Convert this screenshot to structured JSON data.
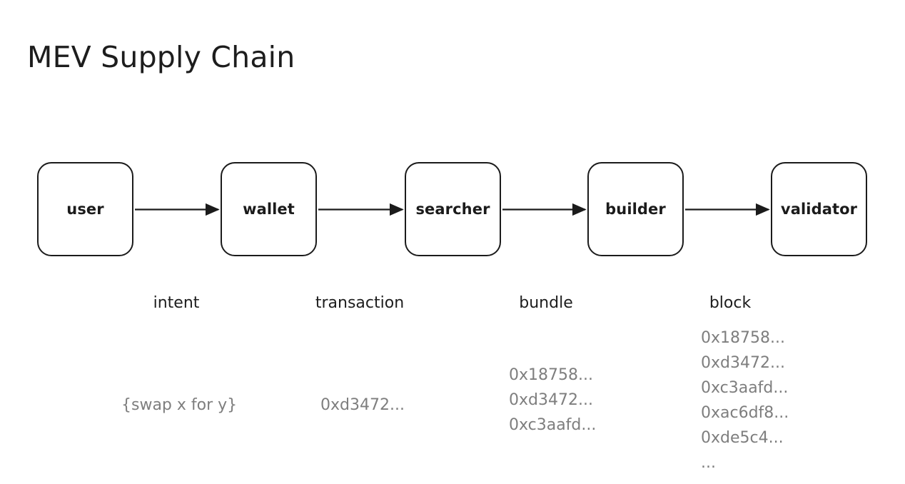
{
  "page": {
    "title": "MEV Supply Chain",
    "background_color": "#ffffff",
    "node_border_color": "#1b1b1b",
    "label_color": "#1d1d1d",
    "payload_color": "#7e7e7e"
  },
  "diagram": {
    "type": "flow-chain",
    "nodes": [
      {
        "id": "user",
        "label": "user"
      },
      {
        "id": "wallet",
        "label": "wallet"
      },
      {
        "id": "searcher",
        "label": "searcher"
      },
      {
        "id": "builder",
        "label": "builder"
      },
      {
        "id": "validator",
        "label": "validator"
      }
    ],
    "edges": [
      {
        "from": "user",
        "to": "wallet",
        "label": "intent"
      },
      {
        "from": "wallet",
        "to": "searcher",
        "label": "transaction"
      },
      {
        "from": "searcher",
        "to": "builder",
        "label": "bundle"
      },
      {
        "from": "builder",
        "to": "validator",
        "label": "block"
      }
    ],
    "payloads": [
      {
        "for_edge": "intent",
        "lines": [
          "{swap x for y}"
        ]
      },
      {
        "for_edge": "transaction",
        "lines": [
          "0xd3472..."
        ]
      },
      {
        "for_edge": "bundle",
        "lines": [
          "0x18758...",
          "0xd3472...",
          "0xc3aafd..."
        ]
      },
      {
        "for_edge": "block",
        "lines": [
          "0x18758...",
          "0xd3472...",
          "0xc3aafd...",
          "0xac6df8...",
          "0xde5c4...",
          "..."
        ]
      }
    ]
  }
}
